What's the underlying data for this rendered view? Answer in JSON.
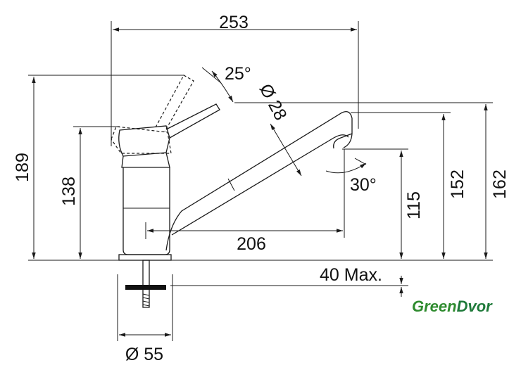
{
  "dimensions": {
    "total_width": "253",
    "spout_angle": "25°",
    "spout_diameter": "Ø 28",
    "outlet_angle": "30°",
    "total_height": "189",
    "body_height": "138",
    "spout_reach": "206",
    "outlet_height": "115",
    "spout_top_height": "152",
    "max_height": "162",
    "max_deck_thickness": "40 Max.",
    "base_diameter": "Ø 55"
  },
  "logo": {
    "part1": "Green",
    "part2": "Dvor",
    "part1_color": "#2e8b2e",
    "part2_color": "#1f7a3a"
  }
}
